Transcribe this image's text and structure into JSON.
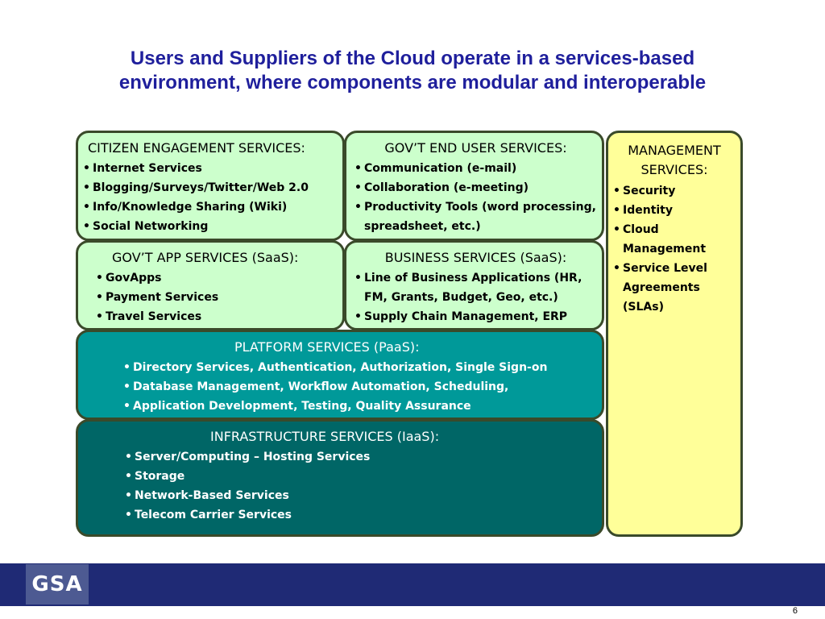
{
  "title": {
    "line1": "Users and Suppliers of the Cloud operate in a services-based",
    "line2": "environment, where components are modular and interoperable"
  },
  "boxes": {
    "citizen": {
      "title": "CITIZEN ENGAGEMENT SERVICES:",
      "items": [
        "Internet Services",
        "Blogging/Surveys/Twitter/Web 2.0",
        "Info/Knowledge Sharing (Wiki)",
        "Social Networking"
      ]
    },
    "end_user": {
      "title": "GOV’T END USER SERVICES:",
      "items": [
        "Communication (e-mail)",
        "Collaboration (e-meeting)",
        "Productivity Tools (word processing, spreadsheet, etc.)"
      ]
    },
    "gov_app": {
      "title": "GOV’T APP SERVICES (SaaS):",
      "items": [
        "GovApps",
        "Payment Services",
        "Travel Services"
      ]
    },
    "business": {
      "title": "BUSINESS SERVICES (SaaS):",
      "items": [
        "Line of Business Applications (HR, FM, Grants, Budget, Geo, etc.)",
        "Supply Chain Management, ERP"
      ]
    },
    "platform": {
      "title": "PLATFORM SERVICES (PaaS):",
      "items": [
        "Directory Services, Authentication, Authorization, Single Sign-on",
        "Database Management, Workflow Automation, Scheduling,",
        "Application Development, Testing, Quality Assurance"
      ]
    },
    "infrastructure": {
      "title": "INFRASTRUCTURE SERVICES (IaaS):",
      "items": [
        "Server/Computing – Hosting Services",
        "Storage",
        "Network-Based Services",
        "Telecom Carrier Services"
      ]
    },
    "management": {
      "title": "MANAGEMENT SERVICES:",
      "items": [
        "Security",
        "Identity",
        "Cloud Management",
        "Service Level Agreements (SLAs)"
      ]
    }
  },
  "footer": {
    "logo_text": "GSA",
    "page_number": "6"
  },
  "colors": {
    "title": "#1f1f9c",
    "light_green": "#ccffcc",
    "teal": "#009999",
    "dark_teal": "#006666",
    "yellow": "#ffff99",
    "footer_bar": "#1f2a75"
  }
}
